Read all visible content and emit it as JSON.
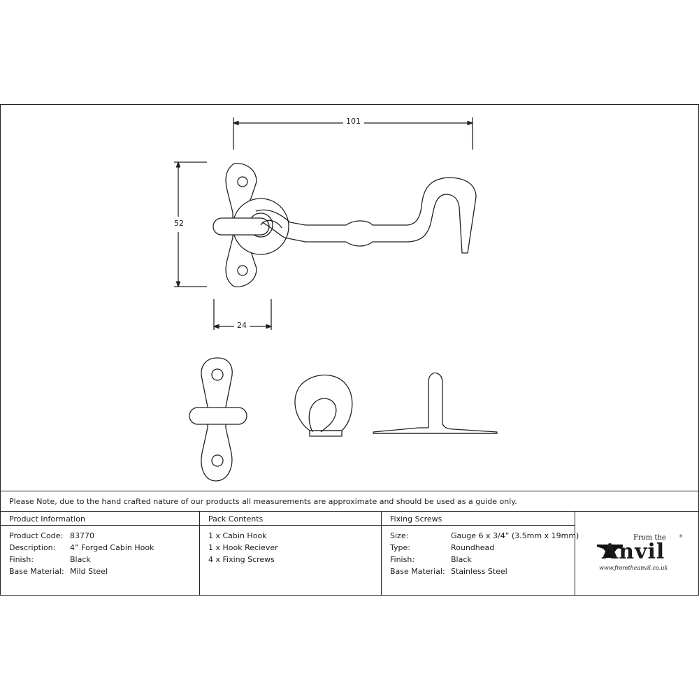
{
  "drawing": {
    "dimensions": {
      "width": "101",
      "height": "52",
      "base_width": "24"
    }
  },
  "note": "Please Note, due to the hand crafted nature of our products all measurements are approximate and should be used as a guide only.",
  "product_information": {
    "heading": "Product Information",
    "rows": [
      {
        "label": "Product Code:",
        "value": "83770"
      },
      {
        "label": "Description:",
        "value": "4” Forged Cabin Hook"
      },
      {
        "label": "Finish:",
        "value": "Black"
      },
      {
        "label": "Base Material:",
        "value": "Mild Steel"
      }
    ]
  },
  "pack_contents": {
    "heading": "Pack Contents",
    "items": [
      "1 x Cabin Hook",
      "1 x Hook Reciever",
      "4 x Fixing Screws"
    ]
  },
  "fixing_screws": {
    "heading": "Fixing Screws",
    "rows": [
      {
        "label": "Size:",
        "value": "Gauge 6 x 3/4” (3.5mm x 19mm)"
      },
      {
        "label": "Type:",
        "value": "Roundhead"
      },
      {
        "label": "Finish:",
        "value": "Black"
      },
      {
        "label": "Base Material:",
        "value": "Stainless Steel"
      }
    ]
  },
  "logo": {
    "from": "From the",
    "name": "Anvil",
    "registered": "®",
    "url": "www.fromtheanvil.co.uk"
  }
}
